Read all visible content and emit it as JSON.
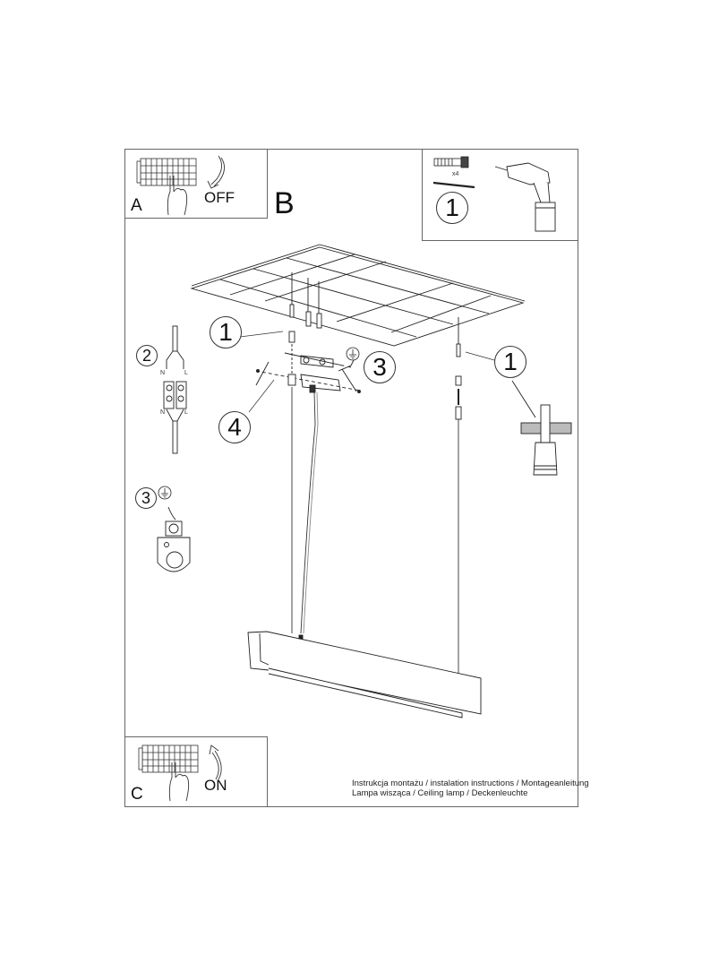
{
  "document": {
    "type": "installation-instructions",
    "steps": {
      "A": {
        "letter": "A",
        "action": "OFF"
      },
      "B": {
        "letter": "B"
      },
      "C": {
        "letter": "C",
        "action": "ON"
      }
    },
    "tools_box": {
      "quantity": "x4",
      "callout": "1"
    },
    "callouts": {
      "anchor_left": "1",
      "anchor_right": "1",
      "wiring": "2",
      "ground_detail": "3",
      "ground_main": "3",
      "mount_screw": "4"
    },
    "wiring_labels": {
      "n_top": "N",
      "l_top": "L",
      "n_bottom": "N",
      "l_bottom": "L"
    },
    "caption": {
      "line1": "Instrukcja montażu / instalation instructions / Montageanleitung",
      "line2": "Lampa wisząca / Ceiling lamp / Deckenleuchte"
    }
  }
}
